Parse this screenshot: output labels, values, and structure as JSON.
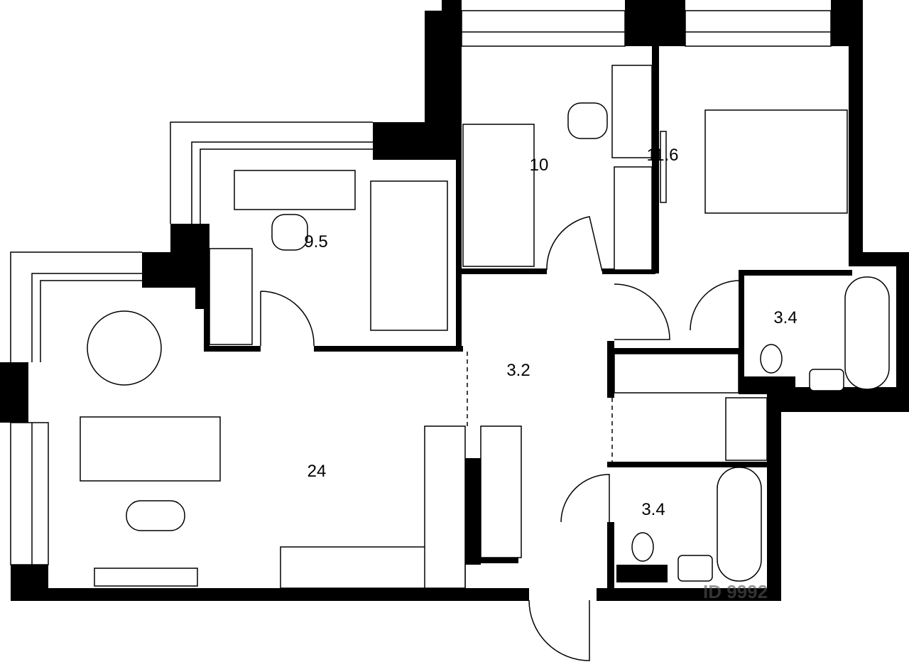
{
  "rooms": {
    "living": {
      "area": "24"
    },
    "bedroom_small": {
      "area": "9.5"
    },
    "kids_room": {
      "area": "10"
    },
    "bedroom": {
      "area": "11.6"
    },
    "hall": {
      "area": "3.2"
    },
    "bathroom_upper": {
      "area": "3.4"
    },
    "bathroom_lower": {
      "area": "3.4"
    }
  },
  "watermark": {
    "text": "ID 9992"
  },
  "colors": {
    "wall": "#000000",
    "line": "#000000",
    "background": "#ffffff"
  }
}
